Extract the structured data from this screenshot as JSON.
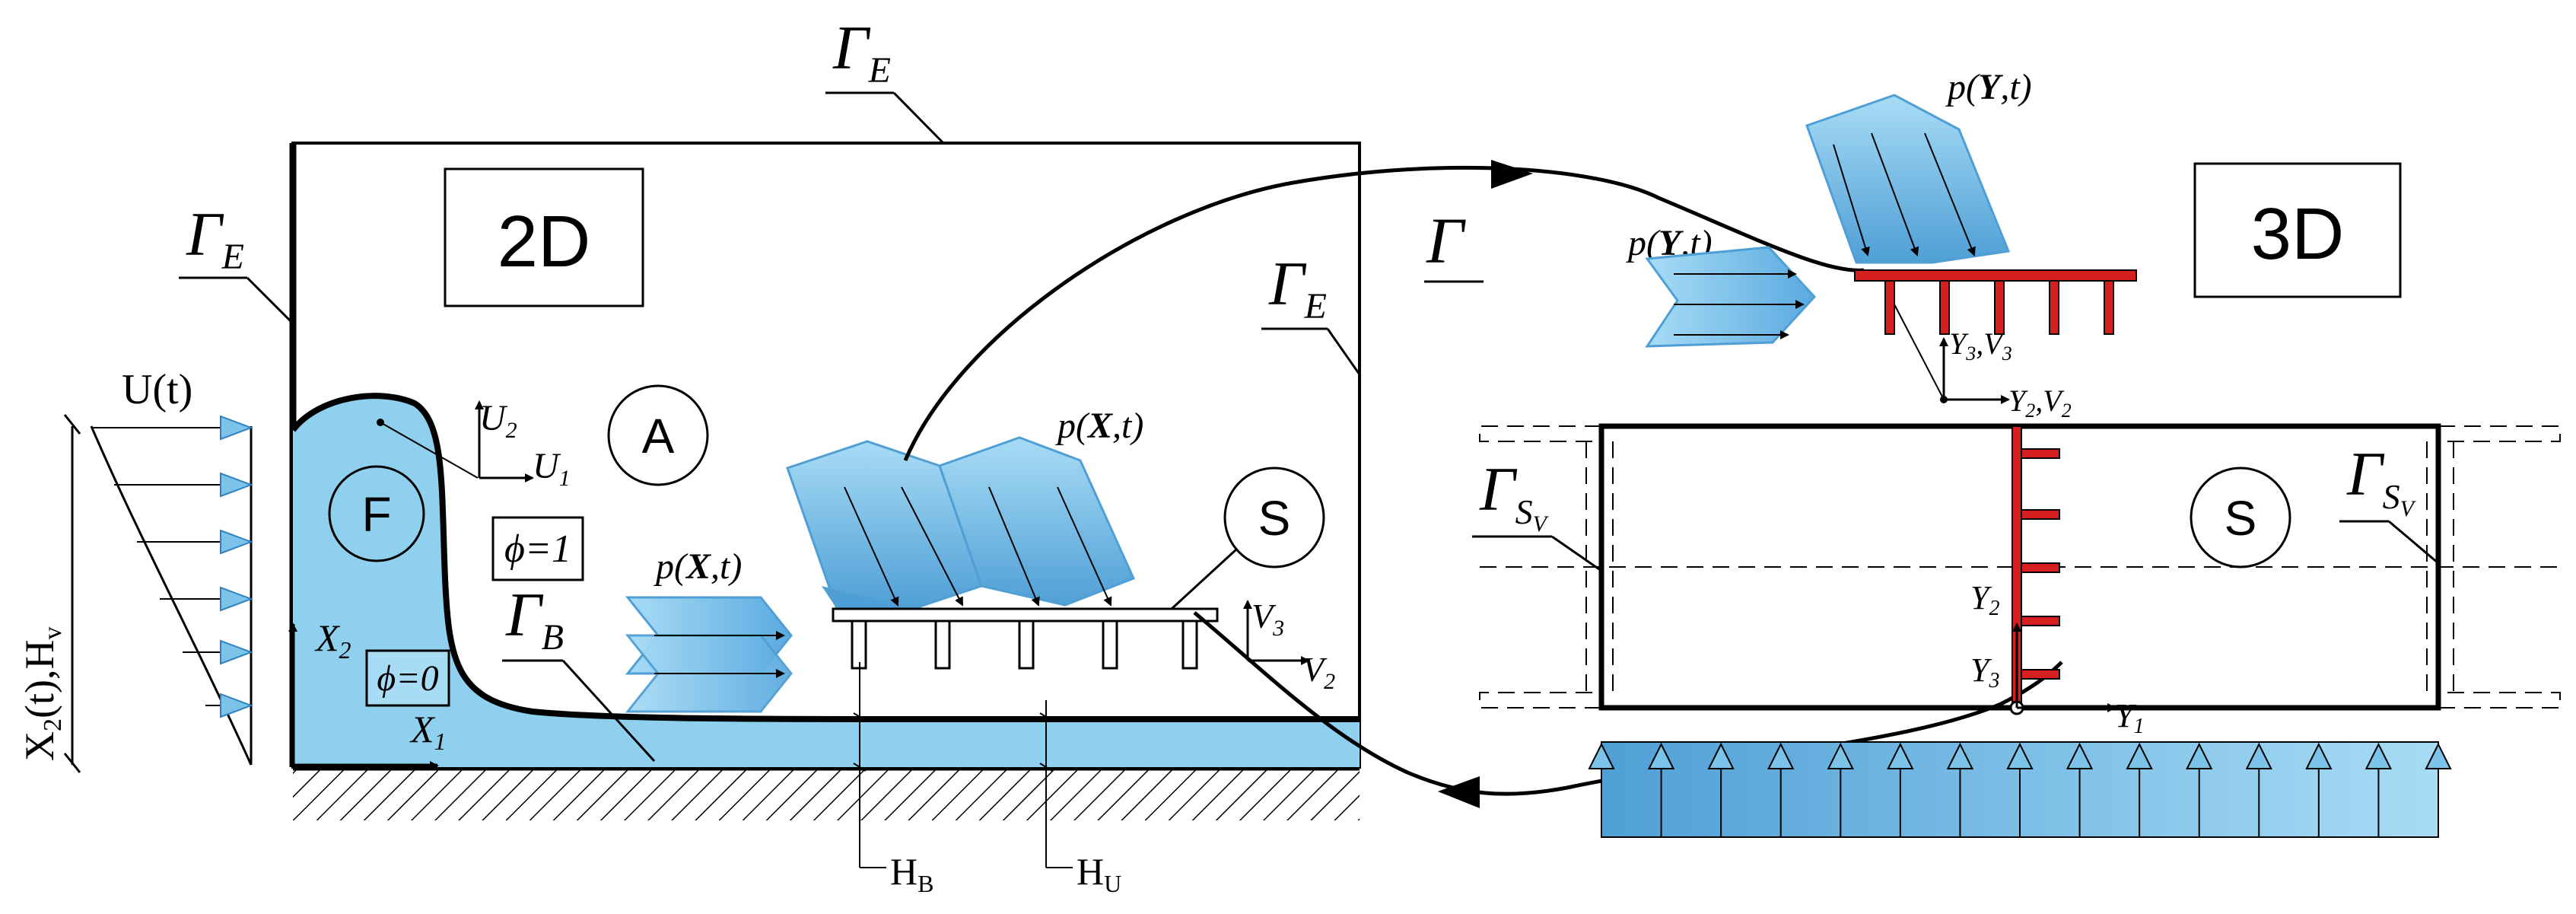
{
  "labels": {
    "gamma_e": "Γ",
    "gamma_e_sub": "E",
    "gamma": "Γ",
    "gamma_b": "Γ",
    "gamma_b_sub": "B",
    "gamma_sv": "Γ",
    "gamma_sv_sub": "S",
    "gamma_sv_subsub": "V",
    "box_2d": "2D",
    "box_3d": "3D",
    "circle_a": "A",
    "circle_f": "F",
    "circle_s": "S",
    "u_t": "U(t)",
    "x2t_hv": "X",
    "x2t_hv_sub": "2",
    "x2t_hv_rest": "(t),H",
    "x2t_hv_sub2": "v",
    "phi1": "ϕ=1",
    "phi0": "ϕ=0",
    "p_x_t": "p(",
    "p_x_t_bold": "X",
    "p_x_t_end": ",t)",
    "p_y_t": "p(",
    "p_y_t_bold": "Y",
    "p_y_t_end": ",t)",
    "u": "U",
    "u1_sub": "1",
    "u2_sub": "2",
    "x": "X",
    "x1_sub": "1",
    "x2_sub": "2",
    "v": "V",
    "v2_sub": "2",
    "v3_sub": "3",
    "y": "Y",
    "y1_sub": "1",
    "y2_sub": "2",
    "y3_sub": "3",
    "comma": ",",
    "h": "H",
    "hb_sub": "B",
    "hu_sub": "U"
  },
  "colors": {
    "fluid_fill": "#8fd0ef",
    "arrow_fill": "#7cc3ea",
    "arrow_dark": "#4f9fd6",
    "structure_red": "#d62020",
    "line": "#000000"
  }
}
